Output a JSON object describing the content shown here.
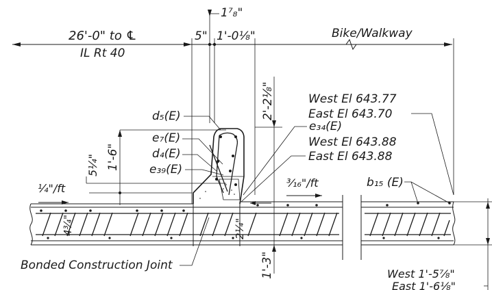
{
  "labels": {
    "top_dim_small": "1⁷₈\"",
    "dim_left_main": "26'-0\" to ℄",
    "dim_left_sub": "IL Rt 40",
    "dim_5": "5\"",
    "dim_1_0_1_8": "1'-0⅛\"",
    "bike_walkway": "Bike/Walkway",
    "dim_2_2_1_8": "2'-2⅛\"",
    "west_el_1": "West El 643.77",
    "east_el_1": "East El 643.70",
    "d5": "d₅(E)",
    "e34": "e₃₄(E)",
    "e7": "e₇(E)",
    "west_el_2": "West El 643.88",
    "d4": "d₄(E)",
    "east_el_2": "East El 643.88",
    "e39": "e₃₉(E)",
    "dim_5_1_4": "5¼\"",
    "dim_1_6": "1'-6\"",
    "slope_left": "¼\"/ft",
    "slope_right": "³⁄₁₆\"/ft",
    "b15": "b₁₅ (E)",
    "dim_4_3_4": "4¾\"",
    "dim_2_1_4": "2¼\"",
    "bonded_joint": "Bonded Construction Joint",
    "dim_1_3": "1'-3\"",
    "west_thick": "West 1'-5⅞\"",
    "east_thick": "East 1'-6⅛\""
  }
}
